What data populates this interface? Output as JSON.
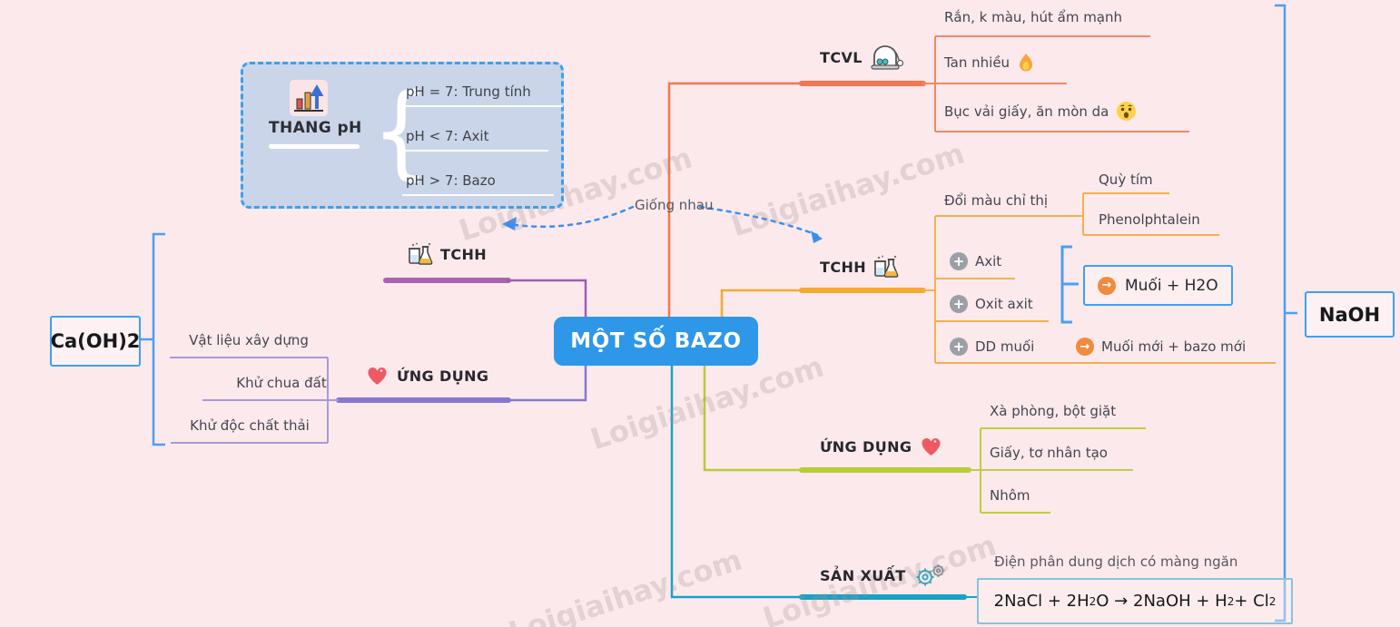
{
  "center_node": {
    "label": "MỘT SỐ BAZO"
  },
  "similar_label": "Giống nhau",
  "watermark": "Loigiaihay.com",
  "ph_box": {
    "title": "THANG pH",
    "icon": "bar-chart-icon",
    "items": [
      "pH = 7: Trung tính",
      "pH < 7: Axit",
      "pH > 7: Bazo"
    ]
  },
  "left_branch": {
    "compound": "Ca(OH)2",
    "tchh": {
      "label": "TCHH",
      "icon": "flask-icon"
    },
    "ungdung": {
      "label": "ỨNG DỤNG",
      "icon": "heart-icon",
      "items": [
        "Vật liệu xây dựng",
        "Khử chua đất",
        "Khử độc chất thải"
      ]
    }
  },
  "right_branch": {
    "compound": "NaOH",
    "tcvl": {
      "label": "TCVL",
      "icon": "newtons-cradle-icon",
      "items": [
        {
          "text": "Rắn, k màu, hút ẩm mạnh",
          "icon": ""
        },
        {
          "text": "Tan nhiều",
          "icon": "fire-icon"
        },
        {
          "text": "Bục vải giấy, ăn mòn da",
          "icon": "surprised-face-icon"
        }
      ]
    },
    "tchh": {
      "label": "TCHH",
      "icon": "flask-icon",
      "indicator": {
        "label": "Đổi màu chỉ thị",
        "children": [
          "Quỳ tím",
          "Phenolphtalein"
        ]
      },
      "plus_items": [
        "Axit",
        "Oxit axit",
        "DD muối"
      ],
      "result_box": "Muối + H2O",
      "salt_result": "Muối mới + bazo mới"
    },
    "ungdung": {
      "label": "ỨNG DỤNG",
      "icon": "heart-icon",
      "items": [
        "Xà phòng, bột giặt",
        "Giấy, tơ nhân tạo",
        "Nhôm"
      ]
    },
    "sanxuat": {
      "label": "SẢN XUẤT",
      "icon": "gears-icon",
      "method": "Điện phân dung dịch có màng ngăn",
      "equation": {
        "p1": "2NaCl + 2H",
        "s1": "2",
        "p2": "O → 2NaOH + H",
        "s2": "2",
        "p3": " + Cl",
        "s3": "2"
      }
    }
  },
  "colors": {
    "background": "#fce9ec",
    "center_blue": "#2e97e8",
    "box_border_blue": "#3da0f2",
    "orange": "#f2764f",
    "amber": "#f5a930",
    "green": "#b8cc33",
    "teal": "#16a3c6",
    "mauve": "#a864ae",
    "periwinkle": "#8379d0",
    "light_purple": "#a79ad6",
    "bracket_blue": "#4aa0f0"
  }
}
